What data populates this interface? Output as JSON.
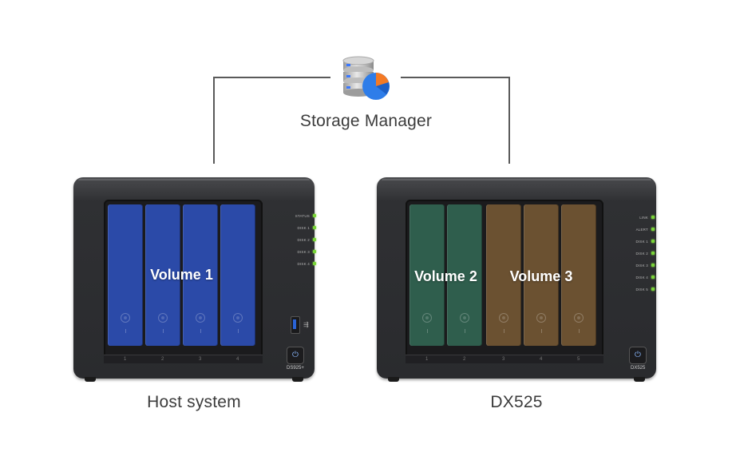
{
  "diagram": {
    "center": {
      "label": "Storage Manager",
      "icon": "database-pie-chart-icon"
    },
    "host": {
      "caption": "Host system",
      "model": "DS925+",
      "volumes": [
        {
          "label": "Volume 1",
          "color": "#2b4aa8"
        }
      ],
      "status_leds": [
        "STATUS",
        "DISK 1",
        "DISK 2",
        "DISK 3",
        "DISK 4"
      ],
      "bay_numbers": [
        "1",
        "2",
        "3",
        "4"
      ]
    },
    "expansion": {
      "caption": "DX525",
      "model": "DX525",
      "volumes": [
        {
          "label": "Volume 2",
          "color": "#2f5e4d"
        },
        {
          "label": "Volume 3",
          "color": "#6b5131"
        }
      ],
      "status_leds": [
        "LINK",
        "ALERT",
        "DISK 1",
        "DISK 2",
        "DISK 3",
        "DISK 4",
        "DISK 5"
      ],
      "bay_numbers": [
        "1",
        "2",
        "3",
        "4",
        "5"
      ]
    },
    "colors": {
      "line": "#5a5a5a",
      "led": "#79d437",
      "chassis": "#2f3033"
    }
  }
}
